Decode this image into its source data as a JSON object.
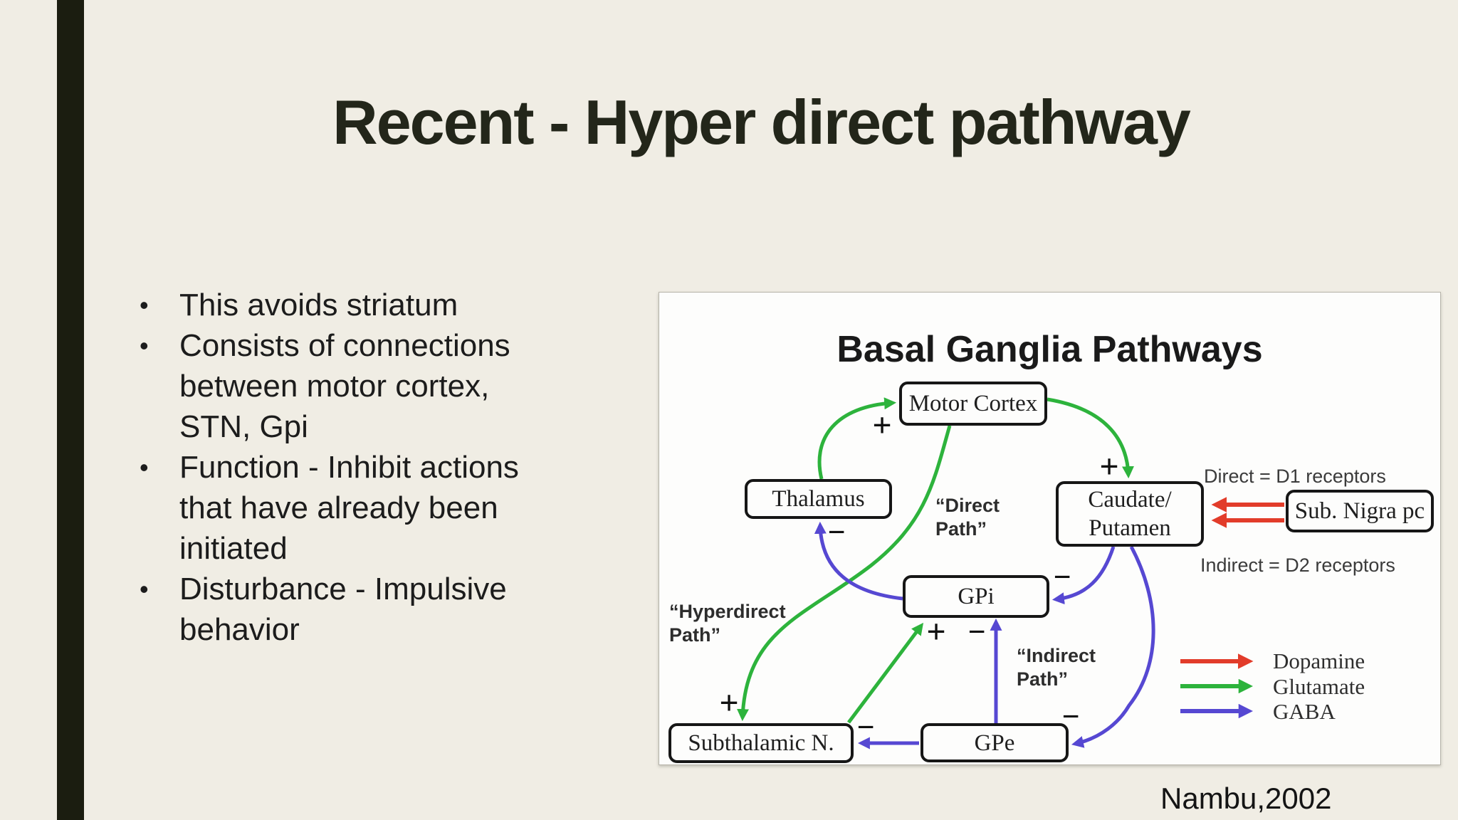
{
  "colors": {
    "slide_bg": "#f0ede4",
    "accent_bar": "#1b1d10",
    "title_text": "#23261a",
    "body_text": "#1c1c1c",
    "panel_bg": "#fdfdfc",
    "panel_border": "#b7b4aa",
    "box_border": "#161616",
    "dopamine": "#e23c2a",
    "glutamate": "#2db33c",
    "gaba": "#5648d2"
  },
  "slide": {
    "title": "Recent - Hyper direct pathway",
    "bullet_char": "•",
    "bullets": [
      "This avoids striatum",
      "Consists of connections\nbetween motor cortex,\nSTN, Gpi",
      "Function - Inhibit actions\nthat have already been\ninitiated",
      "Disturbance - Impulsive\nbehavior"
    ],
    "citation": "Nambu,2002"
  },
  "diagram": {
    "title": "Basal Ganglia Pathways",
    "nodes": {
      "motor_cortex": "Motor Cortex",
      "thalamus": "Thalamus",
      "caudate_line1": "Caudate/",
      "caudate_line2": "Putamen",
      "sub_nigra": "Sub. Nigra pc",
      "gpi": "GPi",
      "gpe": "GPe",
      "stn": "Subthalamic N."
    },
    "notes": {
      "direct_d1": "Direct = D1 receptors",
      "indirect_d2": "Indirect = D2 receptors"
    },
    "path_labels": {
      "direct": "“Direct\nPath”",
      "hyperdirect": "“Hyperdirect\nPath”",
      "indirect": "“Indirect\nPath”"
    },
    "legend": {
      "dopamine": "Dopamine",
      "glutamate": "Glutamate",
      "gaba": "GABA"
    },
    "sign_plus": "+",
    "sign_minus": "−"
  }
}
